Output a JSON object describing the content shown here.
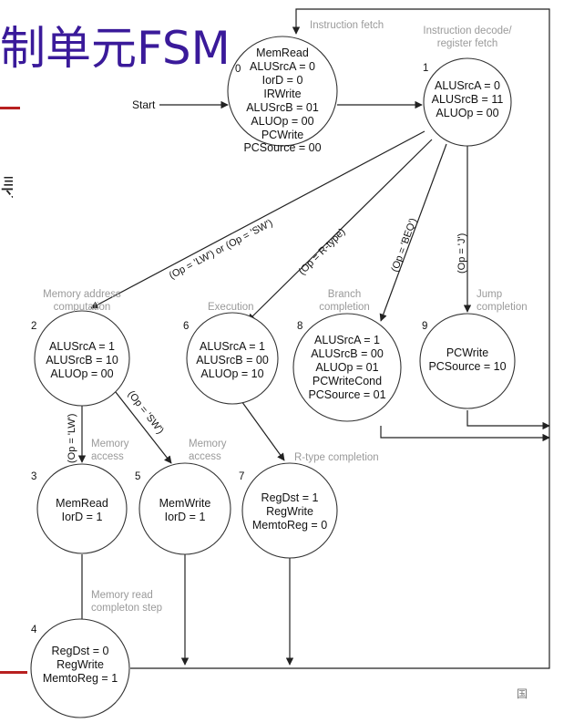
{
  "slide": {
    "title": "制单元FSM",
    "side_char": "寻",
    "footer_char": "国"
  },
  "diagram": {
    "start_label": "Start",
    "states": [
      {
        "id": "0",
        "lines": [
          "MemRead",
          "ALUSrcA = 0",
          "IorD = 0",
          "IRWrite",
          "ALUSrcB = 01",
          "ALUOp = 00",
          "PCWrite",
          "PCSource = 00"
        ]
      },
      {
        "id": "1",
        "lines": [
          "ALUSrcA = 0",
          "ALUSrcB = 11",
          "ALUOp = 00"
        ]
      },
      {
        "id": "2",
        "lines": [
          "ALUSrcA = 1",
          "ALUSrcB = 10",
          "ALUOp = 00"
        ]
      },
      {
        "id": "6",
        "lines": [
          "ALUSrcA = 1",
          "ALUSrcB = 00",
          "ALUOp = 10"
        ]
      },
      {
        "id": "8",
        "lines": [
          "ALUSrcA = 1",
          "ALUSrcB = 00",
          "ALUOp = 01",
          "PCWriteCond",
          "PCSource = 01"
        ]
      },
      {
        "id": "9",
        "lines": [
          "PCWrite",
          "PCSource = 10"
        ]
      },
      {
        "id": "3",
        "lines": [
          "MemRead",
          "IorD = 1"
        ]
      },
      {
        "id": "5",
        "lines": [
          "MemWrite",
          "IorD = 1"
        ]
      },
      {
        "id": "7",
        "lines": [
          "RegDst = 1",
          "RegWrite",
          "MemtoReg = 0"
        ]
      },
      {
        "id": "4",
        "lines": [
          "RegDst = 0",
          "RegWrite",
          "MemtoReg = 1"
        ]
      }
    ],
    "phase_labels": [
      {
        "lines": [
          "Instruction fetch"
        ]
      },
      {
        "lines": [
          "Instruction decode/",
          "register fetch"
        ]
      },
      {
        "lines": [
          "Memory address",
          "computation"
        ]
      },
      {
        "lines": [
          "Execution"
        ]
      },
      {
        "lines": [
          "Branch",
          "completion"
        ]
      },
      {
        "lines": [
          "Jump",
          "completion"
        ]
      },
      {
        "lines": [
          "Memory",
          "access"
        ]
      },
      {
        "lines": [
          "Memory",
          "access"
        ]
      },
      {
        "lines": [
          "R-type completion"
        ]
      },
      {
        "lines": [
          "Memory read",
          "completon step"
        ]
      }
    ],
    "conditions": [
      "(Op = 'LW') or (Op = 'SW')",
      "(Op = R-type)",
      "(Op = 'BEQ')",
      "(Op = 'J')",
      "(Op = 'LW')",
      "(Op = 'SW')"
    ]
  }
}
